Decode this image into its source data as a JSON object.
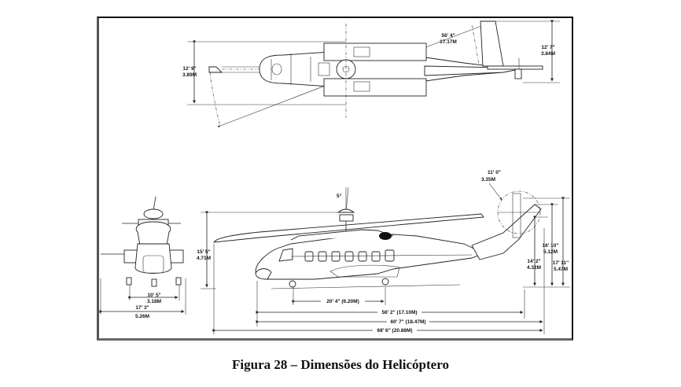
{
  "caption": "Figura 28 – Dimensões do Helicóptero",
  "top_view": {
    "rotor_span_label": [
      "12' 9\"",
      "3.89M"
    ],
    "rotor_diameter_label": [
      "56' 4\"",
      "17.17M"
    ],
    "tail_height_label": [
      "12' 7\"",
      "3.84M"
    ]
  },
  "front_view": {
    "main_gear_track_label": [
      "10' 5\"",
      "3.18M"
    ],
    "overall_width_label": [
      "17' 3\"",
      "5.26M"
    ]
  },
  "side_view": {
    "rotor_tilt_label": "5°",
    "tail_rotor_diameter_label": [
      "11' 0\"",
      "3.35M"
    ],
    "height_to_rotor_label": [
      "15' 5\"",
      "4.71M"
    ],
    "height_tail_low_label": [
      "14' 2\"",
      "4.32M"
    ],
    "height_tail_mid_label": [
      "16' 10\"",
      "5.12M"
    ],
    "height_tail_top_label": [
      "17' 11\"",
      "5.47M"
    ],
    "wheelbase_label": "20' 4\" (6.20M)",
    "fuselage_length_label": "56' 2\" (17.10M)",
    "length_label": "60' 7\" (18.47M)",
    "overall_length_label": "68' 6\" (20.88M)"
  }
}
